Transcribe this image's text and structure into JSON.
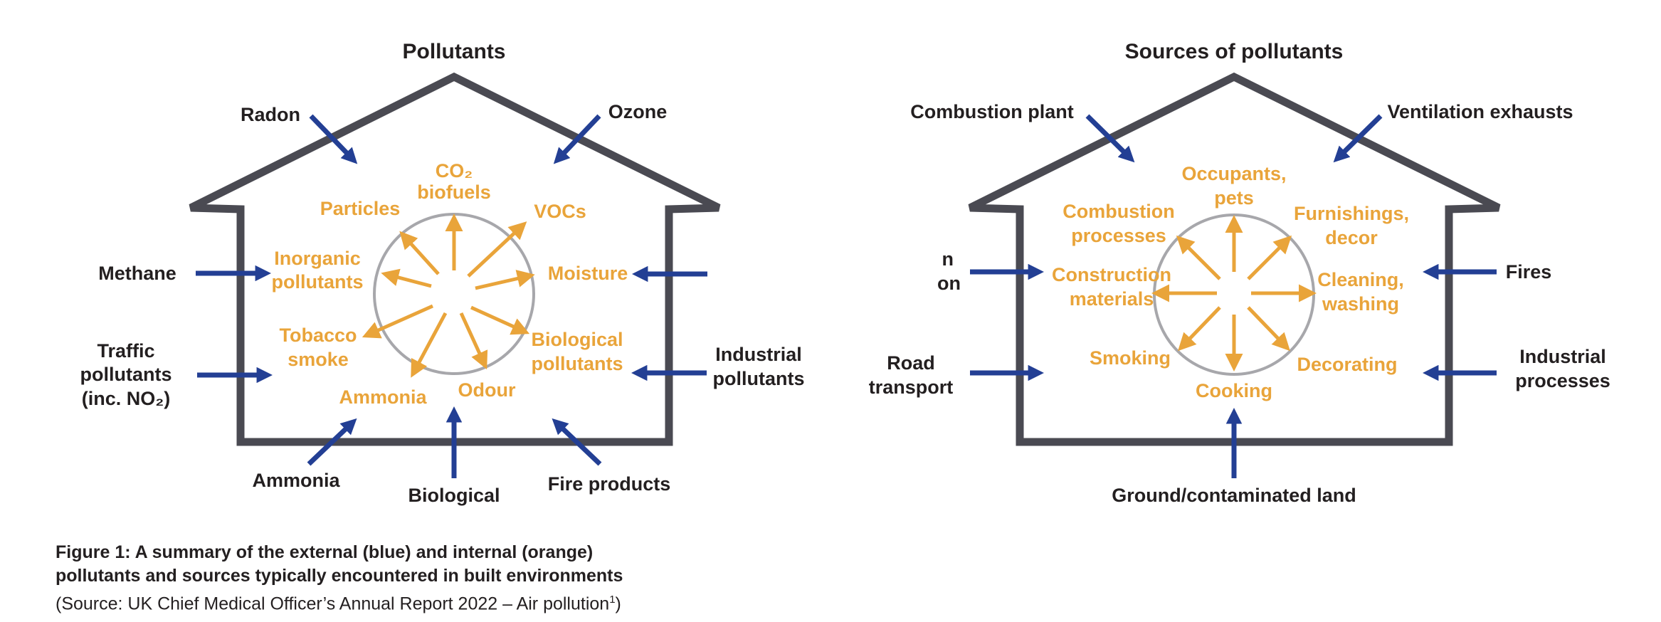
{
  "colors": {
    "outline": "#4a4a52",
    "external": "#233f94",
    "internal": "#e9a43a",
    "circle": "#a7a7ab",
    "text": "#231f20"
  },
  "left": {
    "title": "Pollutants",
    "external": {
      "radon": "Radon",
      "ozone": "Ozone",
      "methane": "Methane",
      "traffic_1": "Traffic",
      "traffic_2": "pollutants",
      "traffic_3": "(inc. NO₂)",
      "industrial_1": "Industrial",
      "industrial_2": "pollutants",
      "ammonia": "Ammonia",
      "biological": "Biological",
      "fire": "Fire products"
    },
    "internal": {
      "co2_1": "CO₂",
      "co2_2": "biofuels",
      "particles": "Particles",
      "vocs": "VOCs",
      "inorganic_1": "Inorganic",
      "inorganic_2": "pollutants",
      "moisture": "Moisture",
      "tobacco_1": "Tobacco",
      "tobacco_2": "smoke",
      "biological_1": "Biological",
      "biological_2": "pollutants",
      "ammonia": "Ammonia",
      "odour": "Odour"
    }
  },
  "right": {
    "title": "Sources of pollutants",
    "external": {
      "combustion": "Combustion plant",
      "ventilation": "Ventilation exhausts",
      "partial_1": "n",
      "partial_2": "on",
      "fires": "Fires",
      "road_1": "Road",
      "road_2": "transport",
      "industrial_1": "Industrial",
      "industrial_2": "processes",
      "ground": "Ground/contaminated land"
    },
    "internal": {
      "occupants_1": "Occupants,",
      "occupants_2": "pets",
      "combustion_1": "Combustion",
      "combustion_2": "processes",
      "furnishings_1": "Furnishings,",
      "furnishings_2": "decor",
      "construction_1": "Construction",
      "construction_2": "materials",
      "cleaning_1": "Cleaning,",
      "cleaning_2": "washing",
      "smoking": "Smoking",
      "decorating": "Decorating",
      "cooking": "Cooking"
    }
  },
  "caption": {
    "line1": "Figure 1: A summary of the external (blue) and internal (orange)",
    "line2": "pollutants and sources typically encountered in built environments",
    "line3": "(Source: UK Chief Medical Officer’s Annual Report 2022 – Air pollution",
    "sup": "1",
    "line3_end": ")"
  }
}
